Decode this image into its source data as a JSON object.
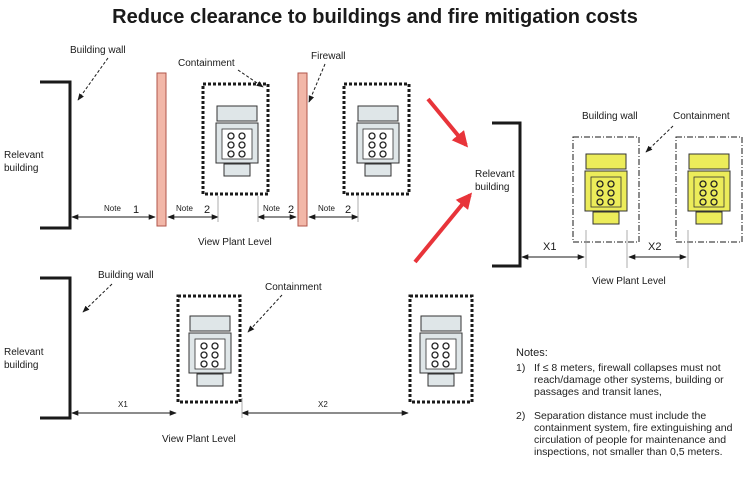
{
  "title": "Reduce clearance to buildings and  fire mitigation costs",
  "colors": {
    "firewall_fill": "#f2b7a8",
    "firewall_stroke": "#b0564a",
    "engine_yellow": "#ecec5a",
    "engine_gray": "#dfe6e8",
    "arrow_red": "#e8343a"
  },
  "top_left": {
    "building_wall": "Building wall",
    "containment": "Containment",
    "firewall": "Firewall",
    "relevant_building_1": "Relevant",
    "relevant_building_2": "building",
    "dims": [
      {
        "label": "Note",
        "num": "1"
      },
      {
        "label": "Note",
        "num": "2"
      },
      {
        "label": "Note",
        "num": "2"
      },
      {
        "label": "Note",
        "num": "2"
      }
    ],
    "view": "View Plant Level"
  },
  "bottom_left": {
    "building_wall": "Building  wall",
    "containment": "Containment",
    "relevant_building_1": "Relevant",
    "relevant_building_2": "building",
    "x1": "X1",
    "x2": "X2",
    "view": "View Plant Level"
  },
  "right": {
    "building_wall": "Building wall",
    "containment": "Containment",
    "relevant_building_1": "Relevant",
    "relevant_building_2": "building",
    "x1": "X1",
    "x2": "X2",
    "view": "View Plant Level"
  },
  "notes": {
    "header": "Notes:",
    "items": [
      {
        "num": "1)",
        "text": "If  ≤ 8 meters, firewall collapses must not reach/damage other systems, building or passages and transit lanes,"
      },
      {
        "num": "2)",
        "text": "Separation distance must include the containment system, fire extinguishing and circulation of people for maintenance and inspections, not smaller than 0,5 meters."
      }
    ]
  }
}
